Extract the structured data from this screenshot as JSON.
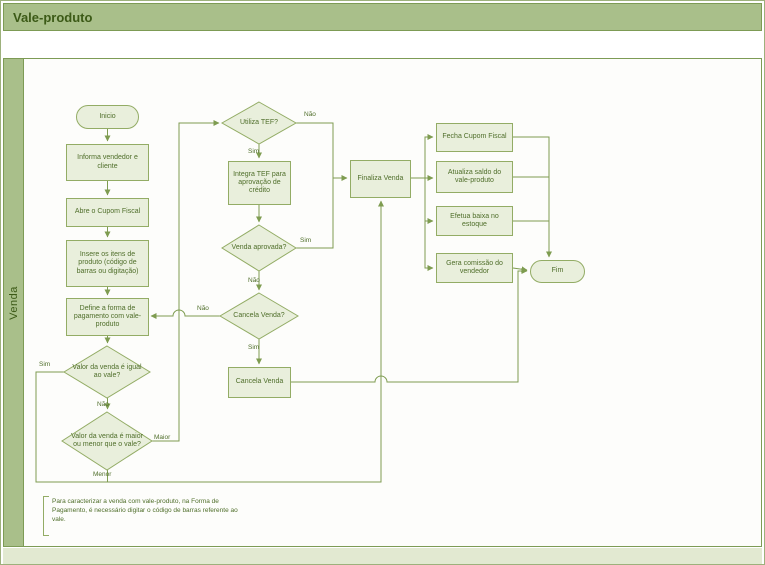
{
  "title": "Vale-produto",
  "lane": {
    "label": "Venda"
  },
  "nodes": {
    "inicio": "Inicio",
    "informa": "Informa vendedor e cliente",
    "abre": "Abre o Cupom Fiscal",
    "insere": "Insere os itens de produto (código de barras ou digitação)",
    "define": "Define a forma de pagamento com vale-produto",
    "valor_igual": "Valor da venda é igual ao vale?",
    "valor_maior": "Valor da venda é maior ou menor que o vale?",
    "utiliza_tef": "Utiliza TEF?",
    "integra_tef": "Integra TEF para aprovação de crédito",
    "venda_aprovada": "Venda aprovada?",
    "cancela_venda_q": "Cancela Venda?",
    "cancela_venda": "Cancela Venda",
    "finaliza": "Finaliza Venda",
    "fecha_cupom": "Fecha Cupom Fiscal",
    "atualiza_saldo": "Atualiza saldo do vale-produto",
    "efetua_baixa": "Efetua baixa no estoque",
    "gera_comissao": "Gera comissão do vendedor",
    "fim": "Fim"
  },
  "edge_labels": {
    "utiliza_nao": "Não",
    "utiliza_sim": "Sim",
    "aprovada_sim": "Sim",
    "aprovada_nao": "Não",
    "cancela_nao": "Não",
    "cancela_sim": "Sim",
    "igual_sim": "Sim",
    "igual_nao": "Não",
    "maior": "Maior",
    "menor": "Menor"
  },
  "annotation": "Para caracterizar a venda com vale-produto, na Forma de Pagamento, é necessário digitar o código de barras referente ao vale.",
  "colors": {
    "band": "#a9bf8a",
    "shape_fill": "#e9efdc",
    "shape_border": "#93ac65",
    "line": "#7e9c50",
    "text": "#4f6e2a",
    "title_text": "#3c5a17"
  }
}
